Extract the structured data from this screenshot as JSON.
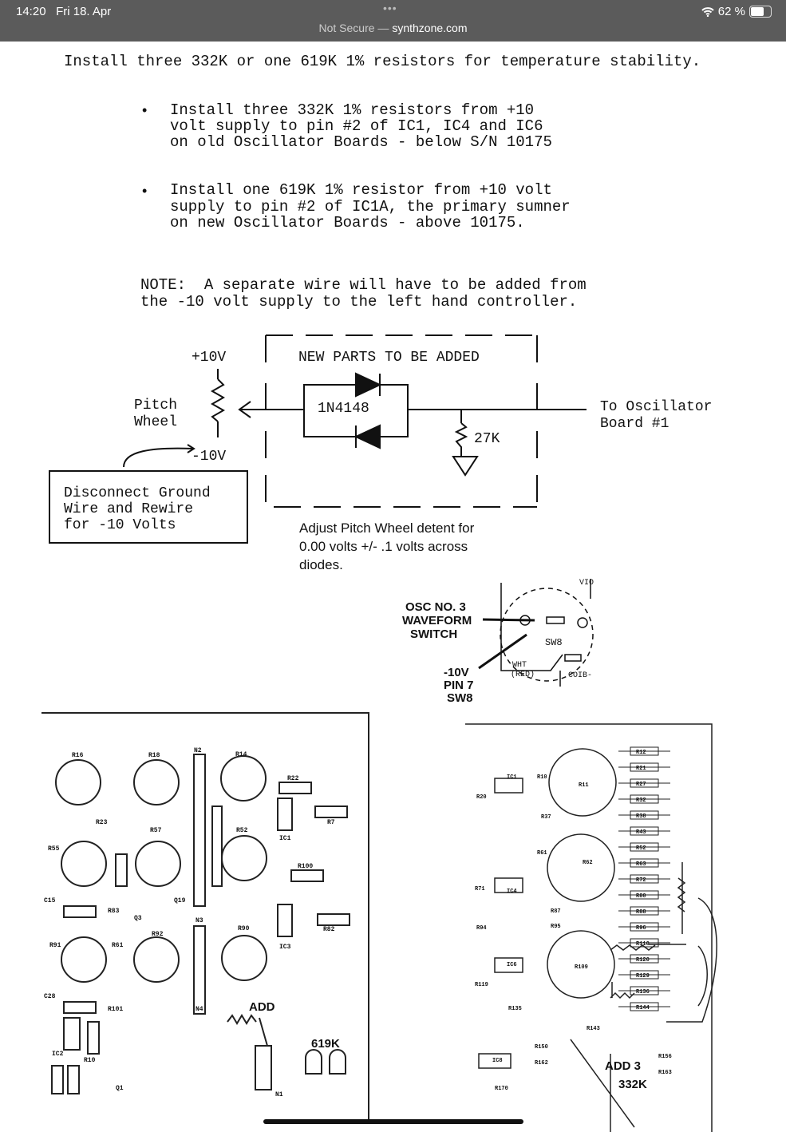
{
  "status_bar": {
    "time": "14:20",
    "date": "Fri 18. Apr",
    "dots": "•••",
    "not_secure": "Not Secure — ",
    "host": "synthzone.com",
    "battery": "62 %"
  },
  "doc": {
    "heading": "Install three 332K or one 619K 1% resistors for temperature stability.",
    "bullets": [
      [
        "Install three 332K 1% resistors from +10",
        "volt supply to pin #2 of IC1, IC4 and IC6",
        "on old Oscillator Boards - below S/N 10175"
      ],
      [
        "Install one 619K 1% resistor from +10 volt",
        "supply to pin #2 of IC1A, the primary sumner",
        "on new Oscillator Boards - above 10175."
      ]
    ],
    "note": [
      "NOTE:  A separate wire will have to be added from",
      "the -10 volt supply to the left hand controller."
    ],
    "schematic": {
      "plus10": "+10V",
      "minus10": "-10V",
      "pitch": "Pitch",
      "wheel": "Wheel",
      "new_parts": "NEW PARTS TO BE ADDED",
      "diode": "1N4148",
      "r27k": "27K",
      "to_osc_1": "To Oscillator",
      "to_osc_2": "Board #1",
      "disconnect": [
        "Disconnect Ground",
        "Wire and Rewire",
        "for -10 Volts"
      ],
      "adjust": [
        "Adjust Pitch Wheel detent for",
        "0.00 volts +/- .1 volts across",
        "diodes."
      ]
    },
    "switch_fig": {
      "label": [
        "OSC NO. 3",
        "WAVEFORM",
        "SWITCH"
      ],
      "pin": [
        "-10V",
        "PIN 7",
        "SW8"
      ],
      "sw": "SW8",
      "wht": "WHT",
      "red": "(RED)",
      "coib": "COIB-",
      "vio": "VIO"
    },
    "left_board": {
      "labels": [
        "R16",
        "R18",
        "N2",
        "R14",
        "R22",
        "R7",
        "R23",
        "R57",
        "R52",
        "IC1",
        "R55",
        "R100",
        "R83",
        "Q3",
        "Q19",
        "R82",
        "N3",
        "R90",
        "IC3",
        "R91",
        "R92",
        "R61",
        "R101",
        "N4",
        "N1",
        "C15",
        "C28",
        "IC2",
        "R10",
        "Q1"
      ],
      "add": "ADD",
      "value": "619K"
    },
    "right_board": {
      "resistors": [
        "R12",
        "R21",
        "R27",
        "R32",
        "R38",
        "R43",
        "R52",
        "R63",
        "R72",
        "R80",
        "R88",
        "R96",
        "R110",
        "R120",
        "R129",
        "R136",
        "R144"
      ],
      "left_labels": [
        "R20",
        "R10",
        "R11",
        "IC1",
        "R37",
        "R61",
        "R62",
        "R71",
        "IC4",
        "R87",
        "R95",
        "R94",
        "R109",
        "IC6",
        "R119",
        "R135",
        "R143",
        "R150",
        "R162",
        "IC8",
        "R170",
        "R156",
        "R163"
      ],
      "add": "ADD 3",
      "value": "332K"
    }
  }
}
